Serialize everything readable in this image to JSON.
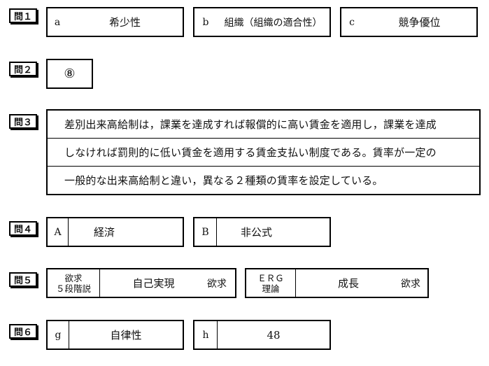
{
  "q1": {
    "label": "問１",
    "items": [
      {
        "key": "a",
        "value": "希少性"
      },
      {
        "key": "b",
        "value": "組織（組織の適合性）"
      },
      {
        "key": "c",
        "value": "競争優位"
      }
    ]
  },
  "q2": {
    "label": "問２",
    "answer": "⑧"
  },
  "q3": {
    "label": "問３",
    "lines": [
      "差別出来高給制は，課業を達成すれば報償的に高い賃金を適用し，課業を達成",
      "しなければ罰則的に低い賃金を適用する賃金支払い制度である。賃率が一定の",
      "一般的な出来高給制と違い，異なる２種類の賃率を設定している。"
    ]
  },
  "q4": {
    "label": "問４",
    "items": [
      {
        "key": "A",
        "value": "経済"
      },
      {
        "key": "B",
        "value": "非公式"
      }
    ]
  },
  "q5": {
    "label": "問５",
    "items": [
      {
        "key_line1": "欲求",
        "key_line2": "５段階説",
        "value": "自己実現",
        "suffix": "欲求"
      },
      {
        "key_line1": "ＥＲＧ",
        "key_line2": "理論",
        "value": "成長",
        "suffix": "欲求"
      }
    ]
  },
  "q6": {
    "label": "問６",
    "items": [
      {
        "key": "g",
        "value": "自律性"
      },
      {
        "key": "h",
        "value": "48"
      }
    ]
  }
}
